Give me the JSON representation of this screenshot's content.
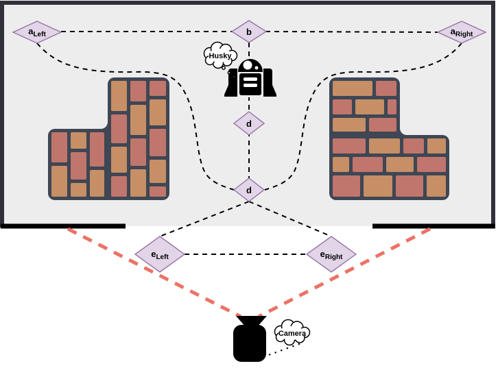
{
  "diagram": {
    "kind": "robot-navigation-scene",
    "nodes": {
      "a_left": {
        "main": "a",
        "sub": "Left"
      },
      "b": {
        "main": "b"
      },
      "a_right": {
        "main": "a",
        "sub": "Right"
      },
      "d_upper": {
        "main": "d"
      },
      "d_lower": {
        "main": "d"
      },
      "e_left": {
        "main": "e",
        "sub": "Left"
      },
      "e_right": {
        "main": "e",
        "sub": "Right"
      }
    },
    "bubbles": {
      "husky": "Husky",
      "camera": "Camera"
    },
    "edges": [
      {
        "from": "a_left",
        "to": "b",
        "style": "dashed"
      },
      {
        "from": "b",
        "to": "a_right",
        "style": "dashed"
      },
      {
        "from": "b",
        "to": "d_upper",
        "style": "dashed",
        "through": "robot"
      },
      {
        "from": "d_upper",
        "to": "d_lower",
        "style": "dashed"
      },
      {
        "from": "a_left",
        "to": "d_lower",
        "style": "dashed-curve",
        "around": "left-wall"
      },
      {
        "from": "a_right",
        "to": "d_lower",
        "style": "dashed-curve",
        "around": "right-wall"
      },
      {
        "from": "d_lower",
        "to": "e_left",
        "style": "dashed"
      },
      {
        "from": "d_lower",
        "to": "e_right",
        "style": "dashed"
      },
      {
        "from": "e_left",
        "to": "e_right",
        "style": "dashed"
      },
      {
        "from": "camera",
        "to": "room-opening-left",
        "style": "red-dashed-fov"
      },
      {
        "from": "camera",
        "to": "room-opening-right",
        "style": "red-dashed-fov"
      }
    ]
  },
  "colors": {
    "room_fill": "#ededed",
    "room_border": "#31313a",
    "opening_wall": "#000000",
    "wall_dark": "#3f4654",
    "brick_red": "#c0766c",
    "brick_tan": "#c68f66",
    "node_fill": "#e1d5e7",
    "node_stroke": "#9673a6",
    "edge_black": "#000000",
    "fov_red": "#ec7266",
    "icon_black": "#000000",
    "bubble_fill": "#ffffff"
  }
}
